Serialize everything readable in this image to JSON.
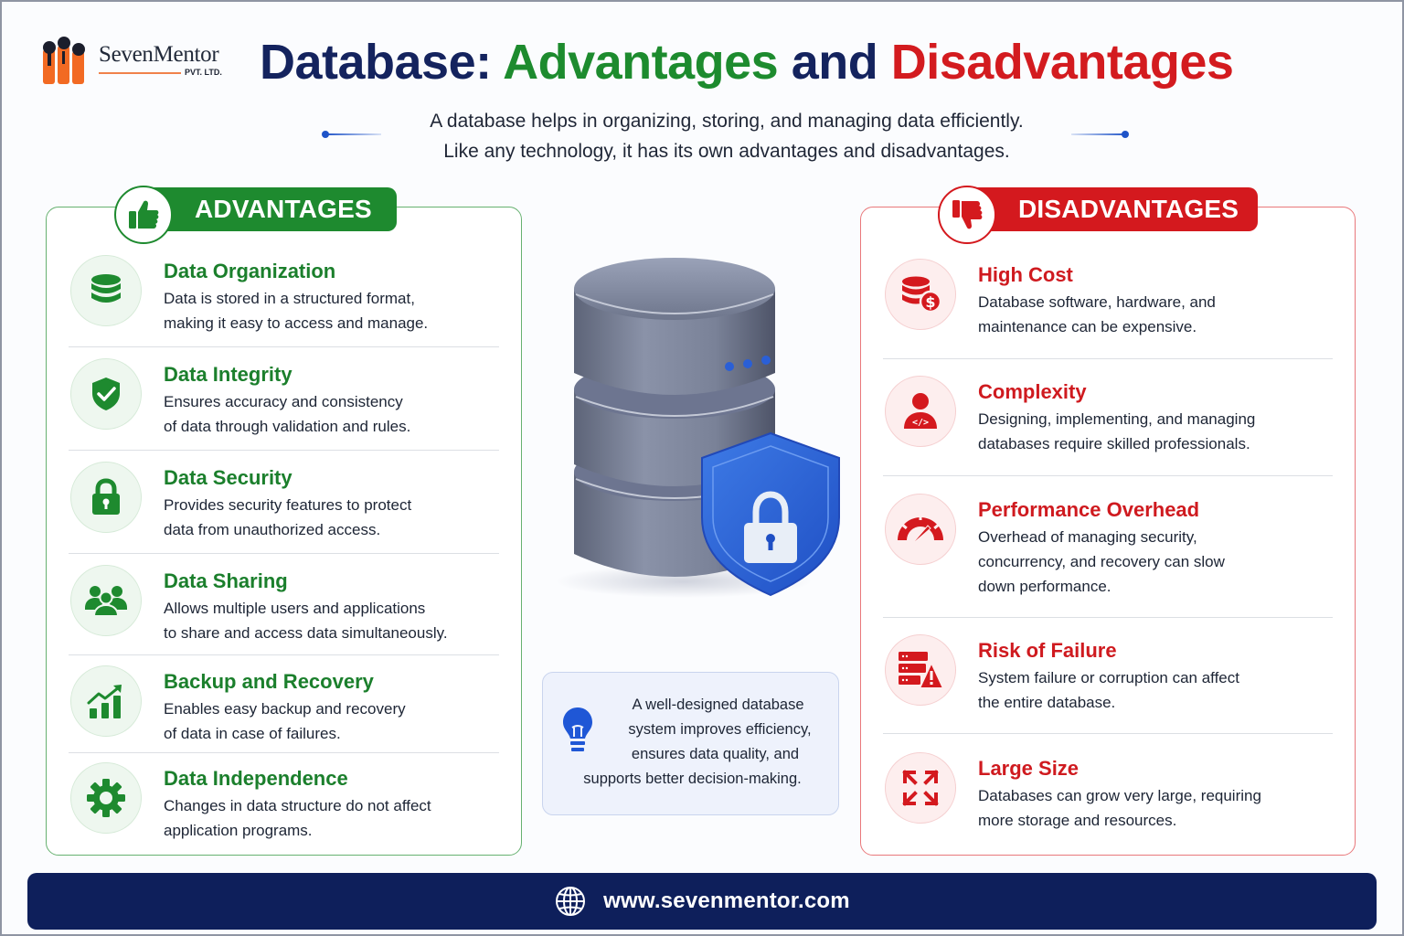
{
  "brand": {
    "name": "SevenMentor",
    "suffix": "PVT. LTD."
  },
  "header": {
    "title_parts": [
      {
        "text": "Database: ",
        "color": "#14235e"
      },
      {
        "text": "Advantages",
        "color": "#1d8b2e"
      },
      {
        "text": " and ",
        "color": "#14235e"
      },
      {
        "text": "Disadvantages",
        "color": "#d31b1f"
      }
    ],
    "subtitle_lines": [
      "A database helps in organizing, storing, and managing data efficiently.",
      "Like any technology, it has its own advantages and disadvantages."
    ]
  },
  "advantages": {
    "badge_label": "ADVANTAGES",
    "badge_icon": "thumbs-up-icon",
    "color": "#1e8a2f",
    "items": [
      {
        "icon": "database-icon",
        "title": "Data Organization",
        "lines": [
          "Data is stored in a structured format,",
          "making it easy to access and manage."
        ]
      },
      {
        "icon": "shield-check-icon",
        "title": "Data Integrity",
        "lines": [
          "Ensures accuracy and consistency",
          "of data through validation and rules."
        ]
      },
      {
        "icon": "lock-icon",
        "title": "Data Security",
        "lines": [
          "Provides security features to protect",
          "data from unauthorized access."
        ]
      },
      {
        "icon": "users-icon",
        "title": "Data Sharing",
        "lines": [
          "Allows multiple users and applications",
          "to share and access data simultaneously."
        ]
      },
      {
        "icon": "chart-growth-icon",
        "title": "Backup and Recovery",
        "lines": [
          "Enables easy backup and recovery",
          "of data in case of failures."
        ]
      },
      {
        "icon": "gear-icon",
        "title": "Data Independence",
        "lines": [
          "Changes in data structure do not affect",
          "application programs."
        ]
      }
    ]
  },
  "disadvantages": {
    "badge_label": "DISADVANTAGES",
    "badge_icon": "thumbs-down-icon",
    "color": "#d4191e",
    "items": [
      {
        "icon": "database-dollar-icon",
        "title": "High Cost",
        "lines": [
          "Database software, hardware, and",
          "maintenance can be expensive."
        ]
      },
      {
        "icon": "developer-icon",
        "title": "Complexity",
        "lines": [
          "Designing, implementing, and managing",
          "databases require skilled professionals."
        ]
      },
      {
        "icon": "speedometer-icon",
        "title": "Performance Overhead",
        "lines": [
          "Overhead of managing security,",
          "concurrency, and recovery can slow",
          "down performance."
        ]
      },
      {
        "icon": "server-warning-icon",
        "title": "Risk of Failure",
        "lines": [
          "System failure or corruption can affect",
          "the entire database."
        ]
      },
      {
        "icon": "expand-arrows-icon",
        "title": "Large Size",
        "lines": [
          "Databases can grow very large, requiring",
          "more storage and resources."
        ]
      }
    ]
  },
  "center": {
    "illustration": "database-shield-lock-illustration",
    "tip": {
      "icon": "lightbulb-icon",
      "lines": [
        "A well-designed database",
        "system improves efficiency,",
        "ensures data quality, and",
        "supports better decision-making."
      ]
    }
  },
  "footer": {
    "icon": "globe-icon",
    "url": "www.sevenmentor.com"
  }
}
